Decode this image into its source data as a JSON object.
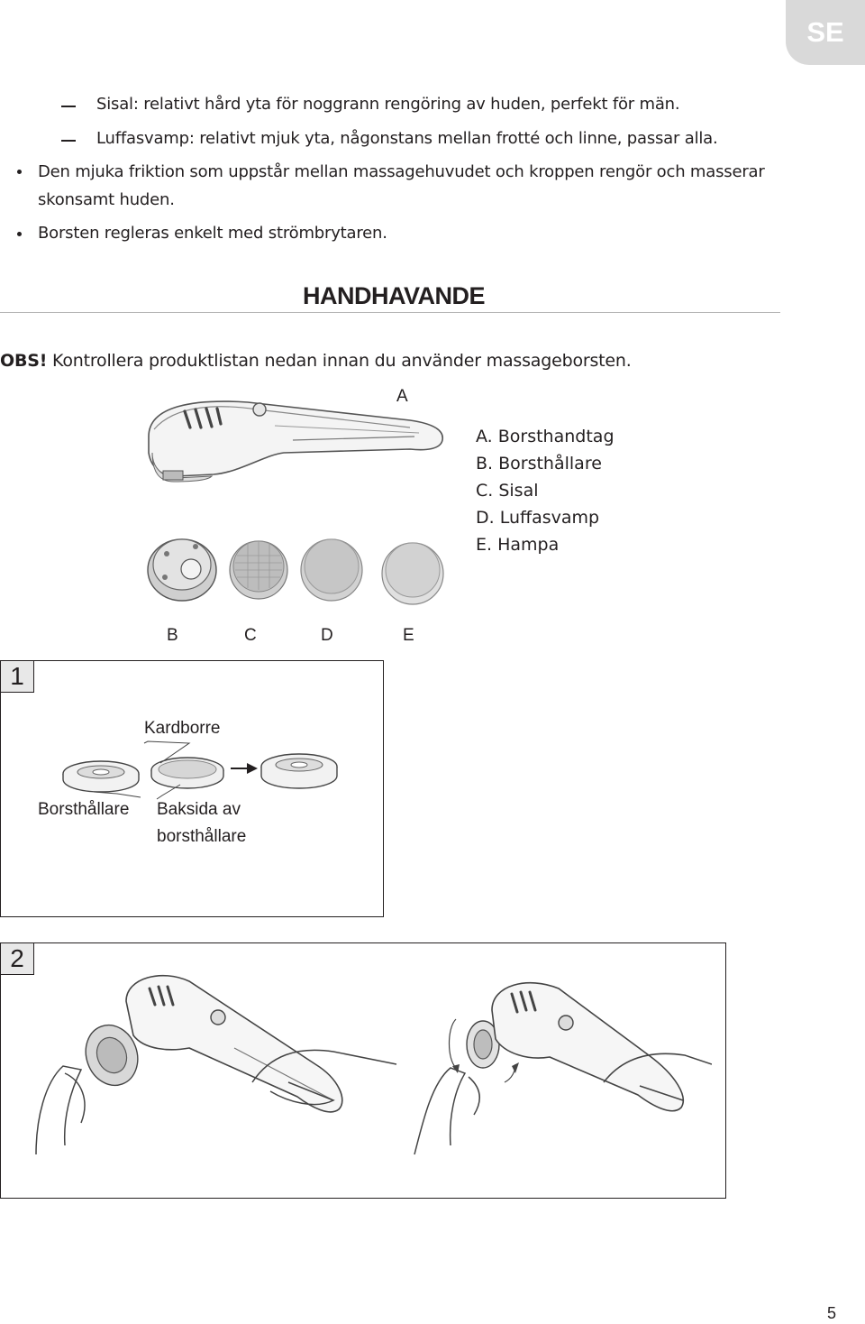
{
  "lang_badge": "SE",
  "intro": {
    "dash_items": [
      "Sisal: relativt hård yta för noggrann rengöring av huden, perfekt för män.",
      "Luffasvamp: relativt mjuk yta, någonstans mellan frotté och linne, passar alla."
    ],
    "bullet1_line1": "Den mjuka friktion som uppstår mellan massagehuvudet och kroppen rengör och masserar",
    "bullet1_line2": "skonsamt huden.",
    "bullet2": "Borsten regleras enkelt med strömbrytaren."
  },
  "section_title": "HANDHAVANDE",
  "note": {
    "label": "OBS!",
    "text": " Kontrollera produktlistan nedan innan du använder massageborsten."
  },
  "figure_parts": {
    "label_a": "A",
    "labels_bottom": [
      "B",
      "C",
      "D",
      "E"
    ],
    "legend": [
      "A.  Borsthandtag",
      "B.  Borsthållare",
      "C.  Sisal",
      "D.  Luffasvamp",
      "E.  Hampa"
    ]
  },
  "step1": {
    "number": "1",
    "label_kardborre": "Kardborre",
    "label_holder": "Borsthållare",
    "label_back_line1": "Baksida av",
    "label_back_line2": "borsthållare"
  },
  "step2": {
    "number": "2"
  },
  "page_number": "5"
}
